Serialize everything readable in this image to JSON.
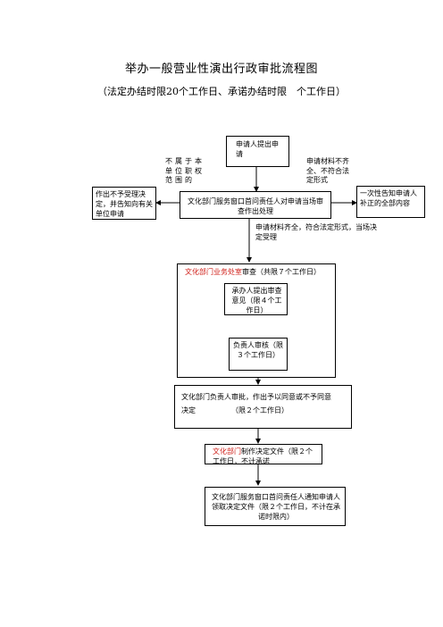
{
  "page": {
    "title": "举办一般营业性演出行政审批流程图",
    "subtitle": "（法定办结时限20个工作日、承诺办结时限　个工作日）"
  },
  "flow": {
    "applicant_submit": "申请人提出申请",
    "reception": "文化部门服务窗口首问责任人对申请当场审查作出处理",
    "reject_note": "不属于本单位职权范围的",
    "reject_box": "作出不予受理决定，并告知向有关单位申请",
    "incomplete_note": "申请材料不齐全、不符合法定形式",
    "incomplete_box": "一次性告知申请人补正的全部内容",
    "accept_note": "申请材料齐全，符合法定形式，当场决定受理",
    "review_red": "文化部门业务处室",
    "review_black": "审查（共限７个工作日）",
    "handler_opinion": "承办人提出审查意见（限４个工作日）",
    "supervisor_review": "负责人审核（限３个工作日）",
    "leader_approval_line1": "文化部门负责人审批，作出予以同意或不予同意",
    "leader_approval_line2_a": "决定",
    "leader_approval_line2_b": "（限２个工作日）",
    "document_red": "文化部门",
    "document_black": "制作决定文件（限２个工作日，不计承诺",
    "notify": "文化部门服务窗口首问责任人通知申请人领取决定文件（限２个工作日，不计在承诺时限内）"
  }
}
